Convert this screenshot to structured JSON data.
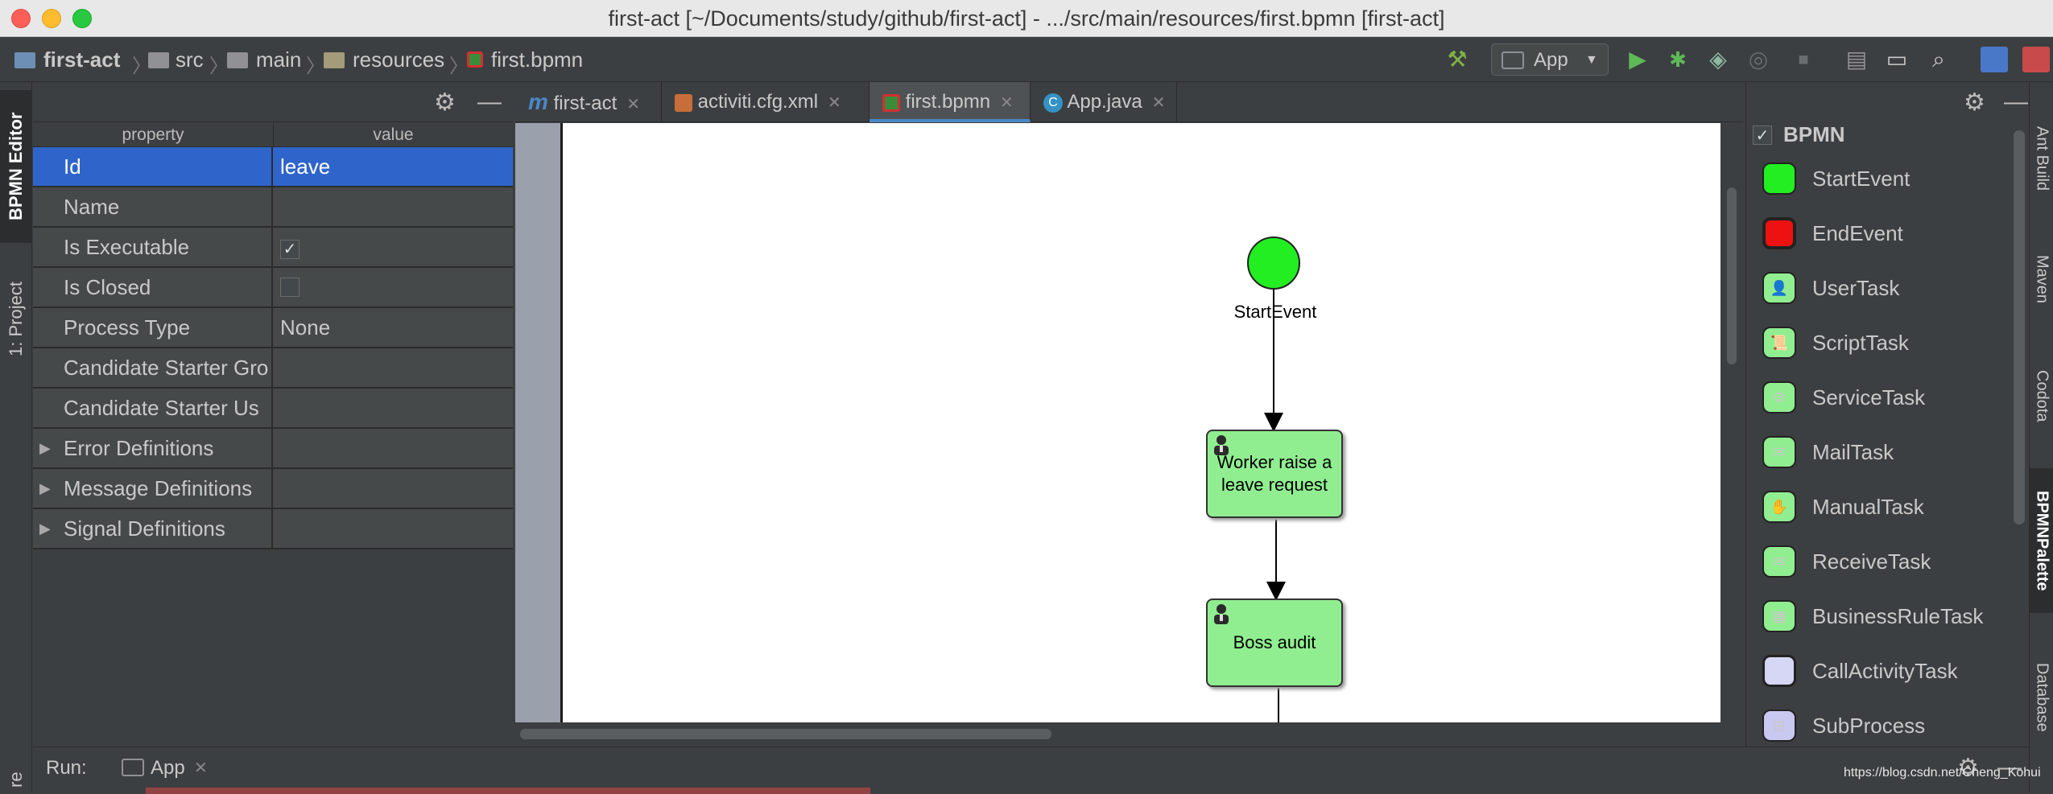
{
  "window": {
    "title": "first-act [~/Documents/study/github/first-act] - .../src/main/resources/first.bpmn [first-act]"
  },
  "navbar": {
    "breadcrumbs": [
      "first-act",
      "src",
      "main",
      "resources",
      "first.bpmn"
    ],
    "run_config": "App"
  },
  "left_stripe": {
    "tabs": [
      "BPMN Editor",
      "1: Project"
    ]
  },
  "properties": {
    "header_property": "property",
    "header_value": "value",
    "rows": [
      {
        "name": "Id",
        "value": "leave"
      },
      {
        "name": "Name",
        "value": ""
      },
      {
        "name": "Is Executable",
        "value": "✓"
      },
      {
        "name": "Is Closed",
        "value": ""
      },
      {
        "name": "Process Type",
        "value": "None"
      },
      {
        "name": "Candidate Starter Gro",
        "value": ""
      },
      {
        "name": "Candidate Starter Us",
        "value": ""
      },
      {
        "name": "Error Definitions",
        "value": ""
      },
      {
        "name": "Message Definitions",
        "value": ""
      },
      {
        "name": "Signal Definitions",
        "value": ""
      }
    ]
  },
  "editor": {
    "tabs": [
      "first-act",
      "activiti.cfg.xml",
      "first.bpmn",
      "App.java"
    ],
    "active_tab": "first.bpmn",
    "diagram": {
      "start_event_label": "StartEvent",
      "task1_label": "Worker raise a leave request",
      "task2_label": "Boss audit"
    }
  },
  "palette": {
    "header": "BPMN",
    "items": [
      "StartEvent",
      "EndEvent",
      "UserTask",
      "ScriptTask",
      "ServiceTask",
      "MailTask",
      "ManualTask",
      "ReceiveTask",
      "BusinessRuleTask",
      "CallActivityTask",
      "SubProcess"
    ]
  },
  "right_stripe": {
    "tabs": [
      "Ant Build",
      "Maven",
      "Codota",
      "BPMNPalette",
      "Database"
    ]
  },
  "run": {
    "label": "Run:",
    "tab": "App"
  },
  "bottom_left_text": "re",
  "watermark": "https://blog.csdn.net/Cheng_Kohui",
  "colors": {
    "accent": "#2f65ca",
    "start": "#22ee22",
    "end": "#ee1111",
    "task": "#90ee90",
    "tab_underline": "#4a88c7"
  }
}
